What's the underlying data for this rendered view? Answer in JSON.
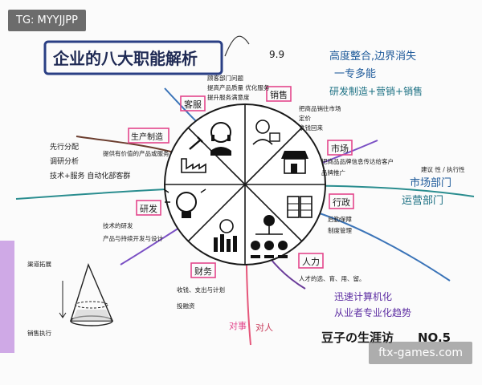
{
  "watermark_top": "TG: MYYJJPP",
  "watermark_bottom": "ftx-games.com",
  "title": "企业的八大职能解析",
  "date": "9.9",
  "top_right": [
    "高度整合,边界消失",
    "一专多能",
    "研发制造+营销+销售"
  ],
  "departments": {
    "marketing": "市场部门",
    "sales_ops": "运营部门"
  },
  "note_below_ops": "建议 性 / 执行性",
  "left_notes": [
    "先行分配",
    "调研分析",
    "技术+服务 自动化部客群"
  ],
  "sectors": {
    "customer_service": {
      "label": "客服",
      "notes": [
        "顾客部门问题",
        "提高产品质量 优化服务",
        "提升服务满意度"
      ]
    },
    "sales": {
      "label": "销售",
      "notes": [
        "把商品销往市场",
        "定价",
        "拿钱回来"
      ]
    },
    "market": {
      "label": "市场",
      "notes": [
        "把商品品牌信息传达给客户",
        "品牌推广"
      ]
    },
    "admin": {
      "label": "行政",
      "notes": [
        "后勤保障",
        "制度管理"
      ]
    },
    "hr": {
      "label": "人力",
      "notes": [
        "人才的选、育、用、留。"
      ]
    },
    "finance": {
      "label": "财务",
      "notes": [
        "收钱、支出与计划",
        "投融资"
      ]
    },
    "rd": {
      "label": "研发",
      "notes": [
        "技术的研发",
        "产品与持续开发与设计"
      ]
    },
    "production": {
      "label": "生产制造",
      "notes": [
        "提供有价值的产品或服务"
      ]
    }
  },
  "cone": {
    "top": "渠道拓展",
    "bottom": "销售执行"
  },
  "bottom_right": [
    "迅速计算机化",
    "从业者专业化趋势"
  ],
  "axis_labels": {
    "left": "对事",
    "right": "对人"
  },
  "series_name": "豆子の生涯访",
  "series_no": "NO.5"
}
